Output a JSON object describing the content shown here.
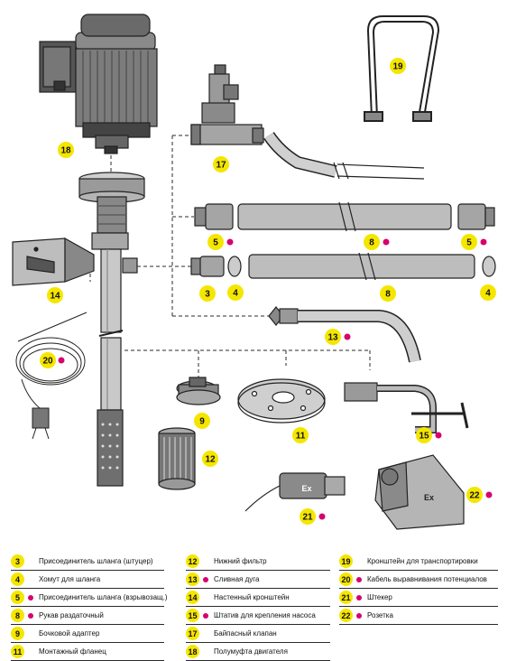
{
  "callouts": {
    "c3": "3",
    "c4a": "4",
    "c4b": "4",
    "c5a": "5",
    "c5b": "5",
    "c8a": "8",
    "c8b": "8",
    "c9": "9",
    "c11": "11",
    "c12": "12",
    "c13": "13",
    "c14": "14",
    "c15": "15",
    "c17": "17",
    "c18": "18",
    "c19": "19",
    "c20": "20",
    "c21": "21",
    "c22": "22"
  },
  "accent": {
    "badge": "#f5e600",
    "dot": "#d6006f",
    "line": "#2b2b2b"
  },
  "legend": {
    "col1": [
      {
        "num": "3",
        "dot": false,
        "text": "Присоединитель шланга (штуцер)"
      },
      {
        "num": "4",
        "dot": false,
        "text": "Хомут для шланга"
      },
      {
        "num": "5",
        "dot": true,
        "text": "Присоединитель шланга (взрывозащ.)"
      },
      {
        "num": "8",
        "dot": true,
        "text": "Рукав раздаточный"
      },
      {
        "num": "9",
        "dot": false,
        "text": "Бочковой адаптер"
      },
      {
        "num": "11",
        "dot": false,
        "text": "Монтажный фланец"
      }
    ],
    "col2": [
      {
        "num": "12",
        "dot": false,
        "text": "Нижний фильтр"
      },
      {
        "num": "13",
        "dot": true,
        "text": "Сливная дуга"
      },
      {
        "num": "14",
        "dot": false,
        "text": "Настенный кронштейн"
      },
      {
        "num": "15",
        "dot": true,
        "text": "Штатив для крепления насоса"
      },
      {
        "num": "17",
        "dot": false,
        "text": "Байпасный клапан"
      },
      {
        "num": "18",
        "dot": false,
        "text": "Полумуфта двигателя"
      }
    ],
    "col3": [
      {
        "num": "19",
        "dot": false,
        "text": "Кронштейн для транспортировки"
      },
      {
        "num": "20",
        "dot": true,
        "text": "Кабель выравнивания потенциалов"
      },
      {
        "num": "21",
        "dot": true,
        "text": "Штекер"
      },
      {
        "num": "22",
        "dot": true,
        "text": "Розетка"
      }
    ]
  }
}
